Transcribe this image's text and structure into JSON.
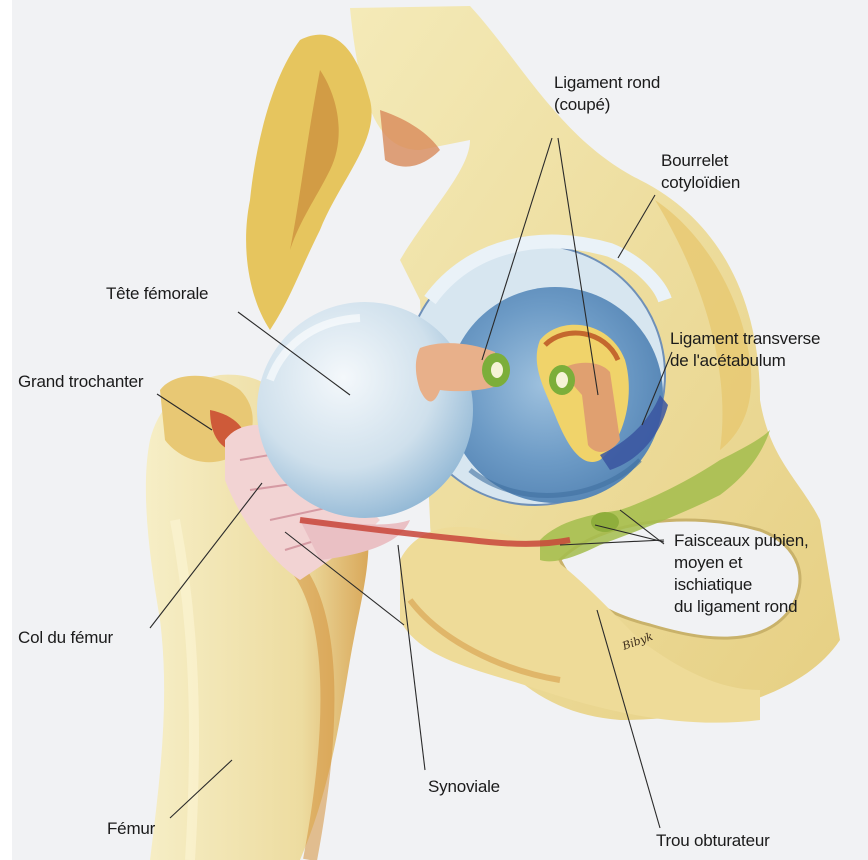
{
  "labels": {
    "ligament_rond": [
      "Ligament rond",
      "(coupé)"
    ],
    "bourrelet": [
      "Bourrelet",
      "cotyloïdien"
    ],
    "tete_femorale": "Tête fémorale",
    "ligament_transverse": [
      "Ligament transverse",
      "de l'acétabulum"
    ],
    "grand_trochanter": "Grand trochanter",
    "faisceaux": [
      "Faisceaux pubien,",
      "moyen et",
      "ischiatique",
      "du ligament rond"
    ],
    "col_femur": "Col du fémur",
    "synoviale": "Synoviale",
    "femur": "Fémur",
    "trou_obturateur": "Trou obturateur"
  },
  "colors": {
    "background": "#f1f2f4",
    "bone": "#efe3a6",
    "bone_shadow": "#d8a44a",
    "cartilage": "#cfe1ee",
    "acetabulum": "#7fa9cc",
    "ligament": "#e9b28a",
    "synovial": "#f2cfd2",
    "muscle_green": "#9cb64a",
    "red_accent": "#c8453a"
  },
  "signature": "Bibyk"
}
